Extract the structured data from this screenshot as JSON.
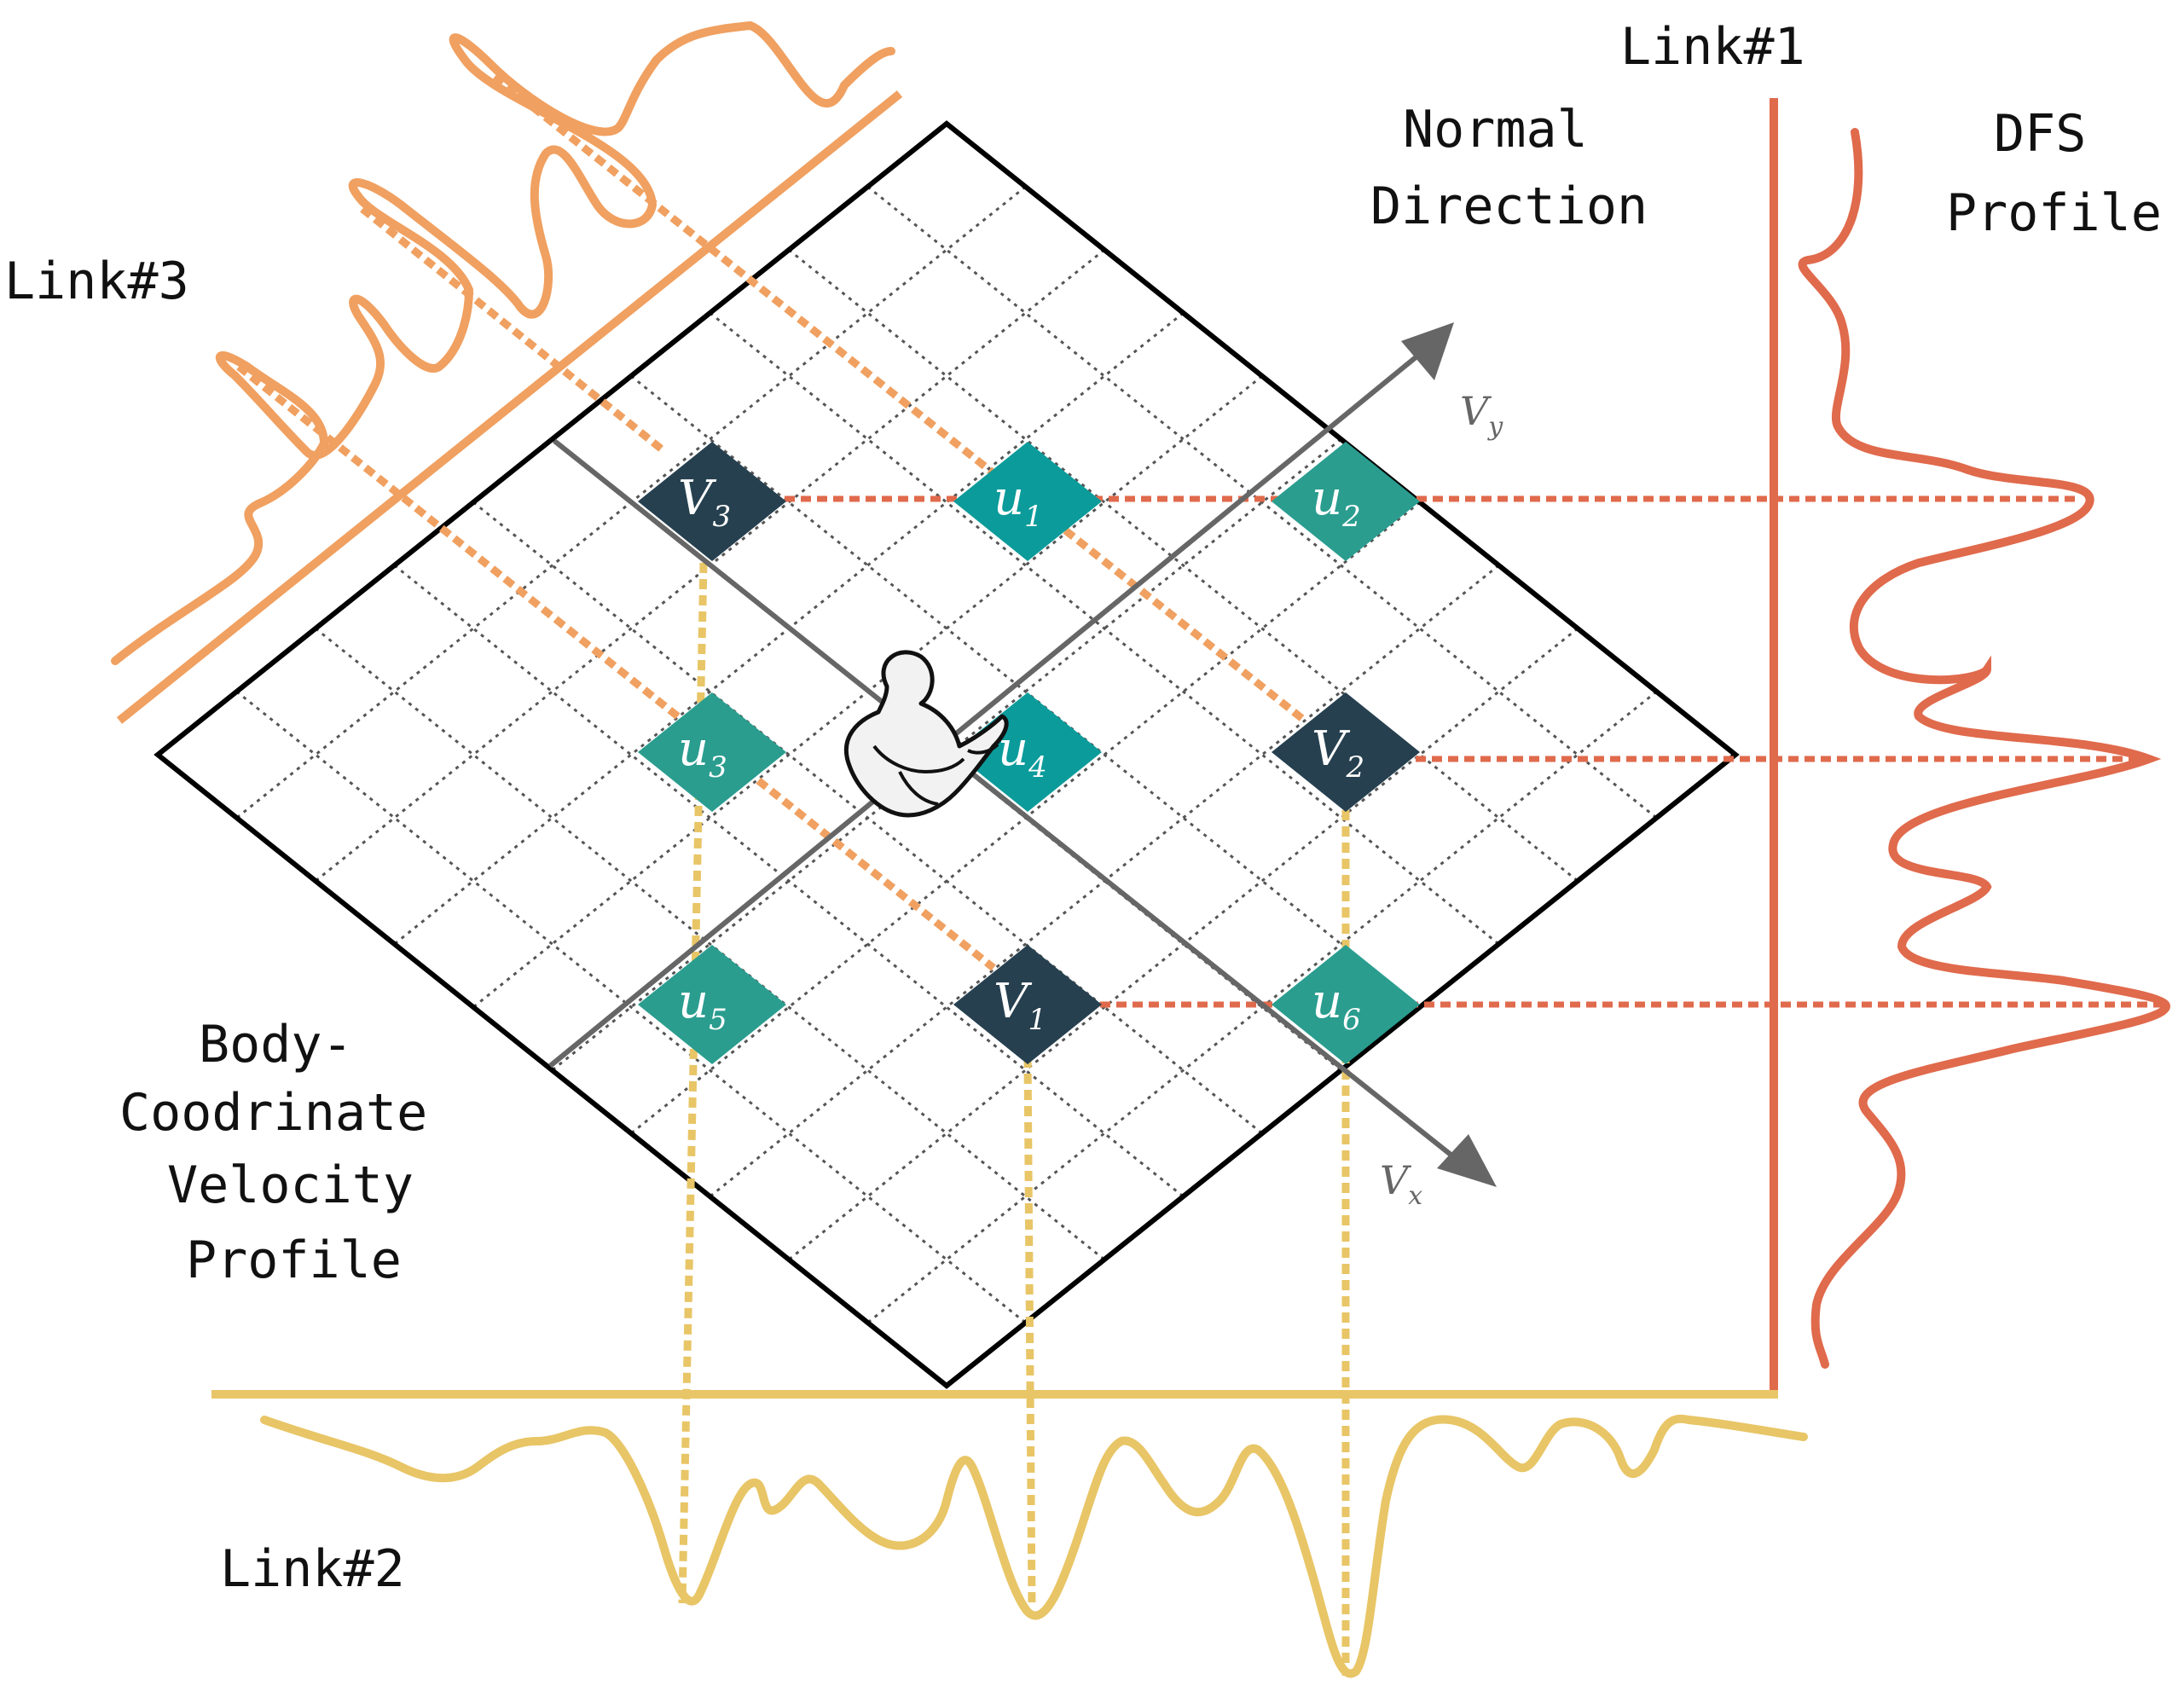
{
  "labels": {
    "link1": "Link#1",
    "link2": "Link#2",
    "link3": "Link#3",
    "normal_direction": [
      "Normal",
      "Direction"
    ],
    "dfs_profile": [
      "DFS",
      "Profile"
    ],
    "bvp": [
      "Body-",
      "Coodrinate",
      "Velocity",
      "Profile"
    ]
  },
  "axes": {
    "vx": {
      "symbol": "V",
      "subscript": "x"
    },
    "vy": {
      "symbol": "V",
      "subscript": "y"
    }
  },
  "cells": {
    "V1": {
      "symbol": "V",
      "subscript": "1",
      "kind": "velocity"
    },
    "V2": {
      "symbol": "V",
      "subscript": "2",
      "kind": "velocity"
    },
    "V3": {
      "symbol": "V",
      "subscript": "3",
      "kind": "velocity"
    },
    "u1": {
      "symbol": "u",
      "subscript": "1",
      "kind": "unknown"
    },
    "u2": {
      "symbol": "u",
      "subscript": "2",
      "kind": "unknown"
    },
    "u3": {
      "symbol": "u",
      "subscript": "3",
      "kind": "unknown"
    },
    "u4": {
      "symbol": "u",
      "subscript": "4",
      "kind": "unknown"
    },
    "u5": {
      "symbol": "u",
      "subscript": "5",
      "kind": "unknown"
    },
    "u6": {
      "symbol": "u",
      "subscript": "6",
      "kind": "unknown"
    }
  },
  "colors": {
    "velocity_cell": "#26404f",
    "unknown_cell": "#2a9d8f",
    "link1": "#e06a4c",
    "link2": "#e8c566",
    "link3": "#f0a060",
    "grid_dotted": "#555555",
    "axis": "#666666"
  },
  "icons": {
    "person": "person-sitting-icon"
  }
}
